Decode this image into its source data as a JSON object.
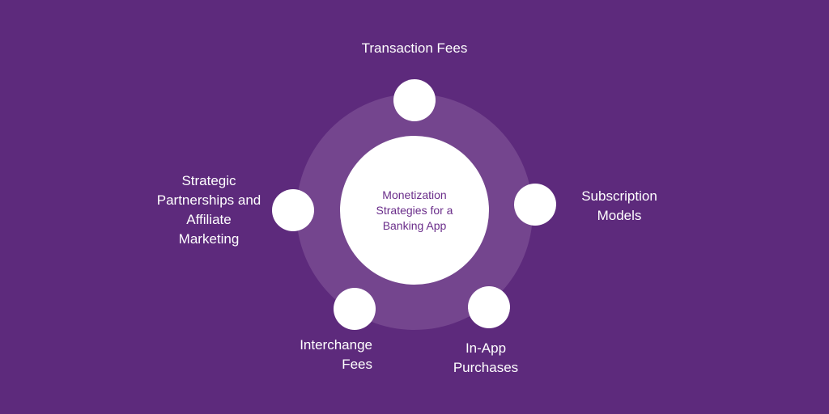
{
  "center": {
    "title": "Monetization Strategies for a Banking App"
  },
  "nodes": [
    {
      "label": "Transaction Fees"
    },
    {
      "label": "Subscription\nModels"
    },
    {
      "label": "In-App\nPurchases"
    },
    {
      "label": "Interchange\nFees"
    },
    {
      "label": "Strategic\nPartnerships and\nAffiliate\nMarketing"
    }
  ],
  "colors": {
    "background": "#5d2a7c",
    "ring": "#74458e",
    "node": "#ffffff",
    "center_text": "#6a2d8a"
  }
}
